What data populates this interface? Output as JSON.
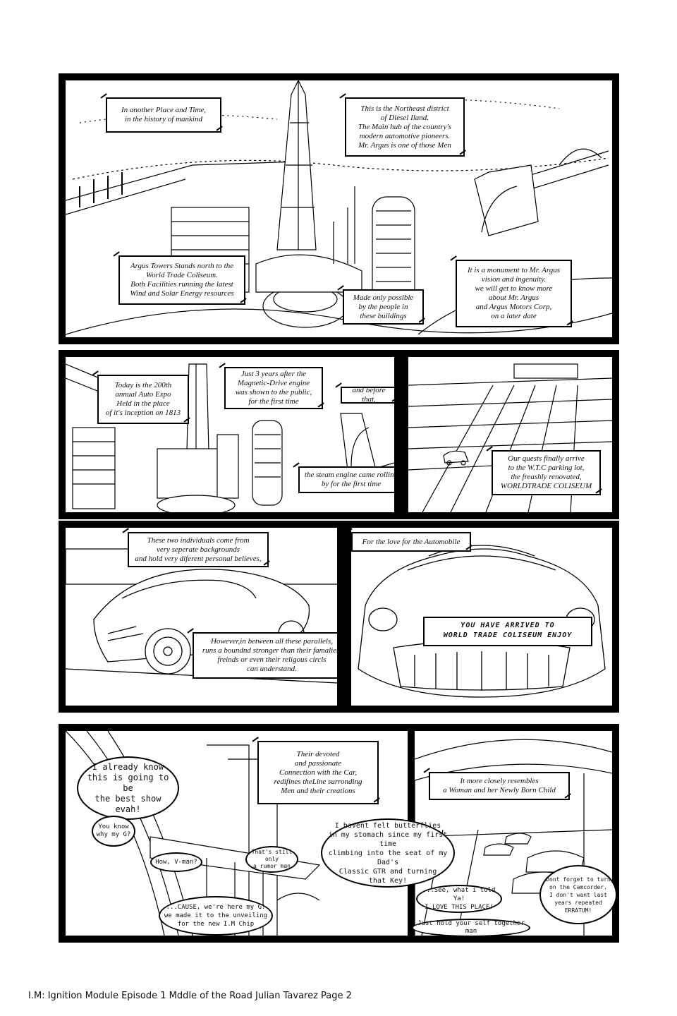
{
  "panel1": {
    "cap_a": "In another Place and Time,\nin the history of mankind",
    "cap_b": "This is the Northeast district\nof Diesel Iland.\nThe Main hub of the country's\nmodern automotive pioneers.\nMr. Argus is one of those Men",
    "cap_c": "Argus Towers Stands north to the\nWorld Trade Coliseum.\nBoth Facilities running the latest\nWind and Solar Energy resources",
    "cap_d": "Made only possible\nby the people in\nthese buildings",
    "cap_e": "It is a monument to Mr. Argus\nvision and ingenuity.\nwe will get to know more\nabout Mr. Argus\nand Argus Motors Corp,\non a later date"
  },
  "panel2": {
    "cap_a": "Today is the 200th\nannual Auto Expo\nHeld in the place\nof it's inception on 1813",
    "cap_b": "Just 3 years after the\nMagnetic-Drive engine\nwas shown to the public,\nfor the first time",
    "cap_c": "and before that,",
    "cap_d": "the steam engine came rolling\nby for the first time"
  },
  "panel3": {
    "cap_a": "Our quests finally arrive\nto the W.T.C parking lot,\nthe freashly renovated,\nWORLDTRADE COLISEUM"
  },
  "panel4": {
    "cap_a": "These two individuals come from\nvery seperate backgrounds\nand hold very diferent personal believes,",
    "cap_b": "However,in between all these parallels,\nruns a boundnd stronger than their famalies,\nfreinds or even their religous circls\ncan understand."
  },
  "panel5": {
    "cap_a": "For the love for the Automobile",
    "sign": "YOU HAVE ARRIVED TO\nWORLD TRADE COLISEUM ENJOY"
  },
  "panel6": {
    "bub_a": "I already know\nthis is going to be\nthe best show\nevah!",
    "bub_b": "You know\nwhy my G?",
    "bub_c": "How, V-man?",
    "bub_d": "That's still only\na rumor man",
    "bub_e": "...CAUSE, we're here my G!\nwe made it to the unveiling\nfor the new I.M Chip",
    "cap_a": "Their devoted\nand passionate\nConnection with the Car,\nredifines theLine surronding\nMen and their creations"
  },
  "panel7": {
    "cap_a": "It more closely resembles\na Woman and her Newly Born Child",
    "bub_a": "I havent felt butterflies\nin my stomach since my first time\nclimbing into the seat of my Dad's\nClassic GTR and turning\nthat Key!",
    "bub_b": "...See, what i told Ya!\nI LOVE THIS PLACE!",
    "bub_c": "Dont forget to turn\non the Camcorder.\nI don't want last\nyears repeated\nERRATUM!",
    "bub_d": "Just hold your self together man"
  },
  "footer": {
    "title": "I.M: Ignition Module Episode 1 Mddle of the Road  Julian Tavarez",
    "page": "Page 2"
  }
}
